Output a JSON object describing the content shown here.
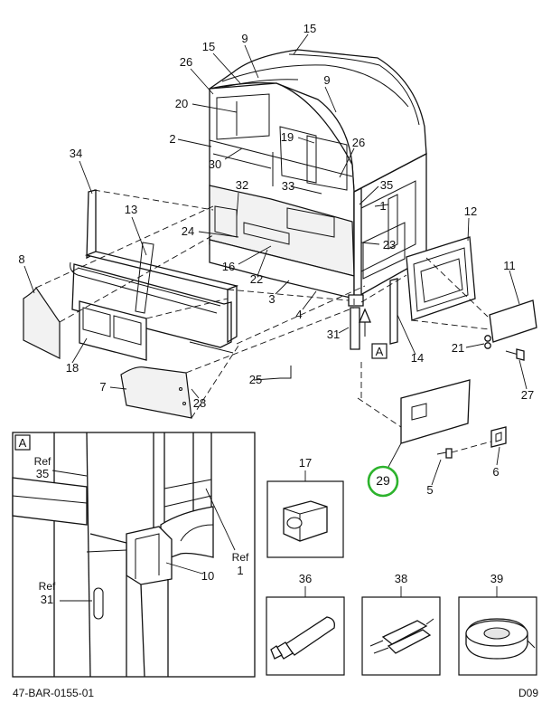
{
  "callouts": [
    {
      "id": "c15a",
      "text": "15"
    },
    {
      "id": "c9a",
      "text": "9"
    },
    {
      "id": "c15b",
      "text": "15"
    },
    {
      "id": "c26a",
      "text": "26"
    },
    {
      "id": "c9b",
      "text": "9"
    },
    {
      "id": "c20",
      "text": "20"
    },
    {
      "id": "c2",
      "text": "2"
    },
    {
      "id": "c19",
      "text": "19"
    },
    {
      "id": "c26b",
      "text": "26"
    },
    {
      "id": "c30",
      "text": "30"
    },
    {
      "id": "c34",
      "text": "34"
    },
    {
      "id": "c32",
      "text": "32"
    },
    {
      "id": "c33",
      "text": "33"
    },
    {
      "id": "c35",
      "text": "35"
    },
    {
      "id": "c1",
      "text": "1"
    },
    {
      "id": "c13",
      "text": "13"
    },
    {
      "id": "c12",
      "text": "12"
    },
    {
      "id": "c24",
      "text": "24"
    },
    {
      "id": "c23",
      "text": "23"
    },
    {
      "id": "c8",
      "text": "8"
    },
    {
      "id": "c16",
      "text": "16"
    },
    {
      "id": "c22",
      "text": "22"
    },
    {
      "id": "c11",
      "text": "11"
    },
    {
      "id": "c3",
      "text": "3"
    },
    {
      "id": "c4",
      "text": "4"
    },
    {
      "id": "c31",
      "text": "31"
    },
    {
      "id": "c14",
      "text": "14"
    },
    {
      "id": "c21",
      "text": "21"
    },
    {
      "id": "c18",
      "text": "18"
    },
    {
      "id": "c7",
      "text": "7"
    },
    {
      "id": "c25",
      "text": "25"
    },
    {
      "id": "c27",
      "text": "27"
    },
    {
      "id": "c28",
      "text": "28"
    },
    {
      "id": "c6",
      "text": "6"
    },
    {
      "id": "c5",
      "text": "5"
    },
    {
      "id": "c29",
      "text": "29"
    }
  ],
  "view_marker": "A",
  "detail": {
    "label": "A",
    "ref_35": {
      "ref": "Ref",
      "num": "35"
    },
    "ref_1": {
      "ref": "Ref",
      "num": "1"
    },
    "ref_31": {
      "ref": "Ref",
      "num": "31"
    },
    "callout_10": "10"
  },
  "kit_boxes": [
    {
      "num": "17"
    },
    {
      "num": "36"
    },
    {
      "num": "38"
    },
    {
      "num": "39"
    }
  ],
  "highlight_color": "#2db32d",
  "footer": {
    "left": "47-BAR-0155-01",
    "right": "D09"
  }
}
